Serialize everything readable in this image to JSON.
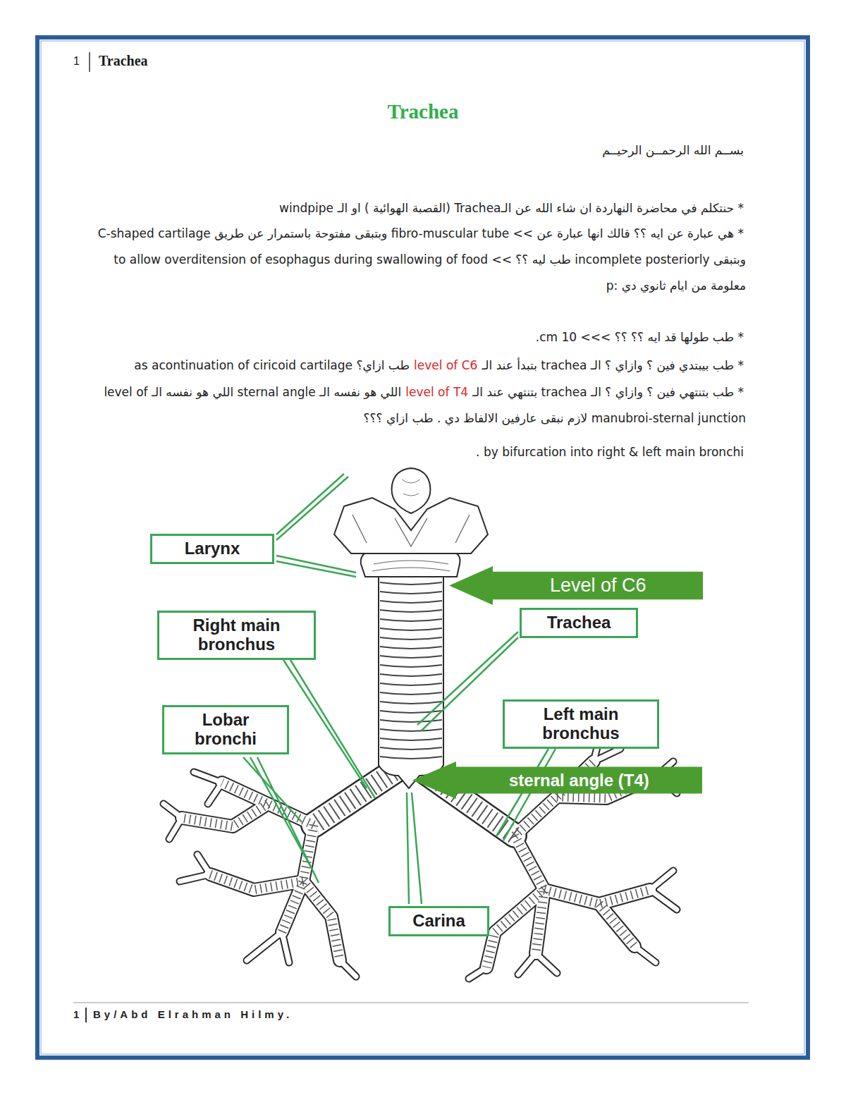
{
  "diagram": {
    "title": "Trachea",
    "nodes": [
      {
        "text": [
          "Larynx"
        ]
      },
      {
        "text": [
          "Level of C6"
        ]
      },
      {
        "text": [
          "Trachea"
        ]
      },
      {
        "text": [
          "Right main bronchus"
        ]
      },
      {
        "text": [
          "Lobar bronchi"
        ]
      },
      {
        "text": [
          "Left main bronchus"
        ]
      },
      {
        "text": [
          "sternal angle (T4)"
        ]
      },
      {
        "text": [
          "Carina"
        ]
      }
    ],
    "labels": [
      "1",
      "Trachea",
      "بســم الله الرحمــن الرحيــم",
      "* حنتكلم في محاضرة النهاردة ان شاء الله عن الـTrachea (القصبة الهوائية ) او الـ windpipe",
      "* هي عبارة عن ايه ؟؟ قالك انها عبارة عن >> fibro-muscular tube وبتبقى مفتوحة باستمرار عن طريق C-shaped cartilage وبتبقى incomplete posteriorly طب ليه ؟؟ >> to allow overditension of esophagus during swallowing of food معلومة من ايام ثانوي دي :p",
      "* طب طولها قد ايه ؟؟ ؟؟ >>> 10 cm.",
      "* طب بيبتدي فين ؟ وازاي ؟ الـ trachea بتبدأ عند الـ",
      "level of C6",
      "طب ازاي؟ as acontinuation of ciricoid cartilage",
      "* طب بتنتهي فين ؟ وازاي ؟ الـ trachea بتنتهي عند الـ",
      "level of T4",
      "اللي هو نفسه الـ sternal angle اللي هو نفسه الـ level of manubroi-sternal junction لازم نبقى عارفين الالفاظ دي . طب ازاي ؟؟؟",
      "by bifurcation into right & left main bronchi .",
      "1",
      "By/Abd Elrahman Hilmy."
    ]
  }
}
